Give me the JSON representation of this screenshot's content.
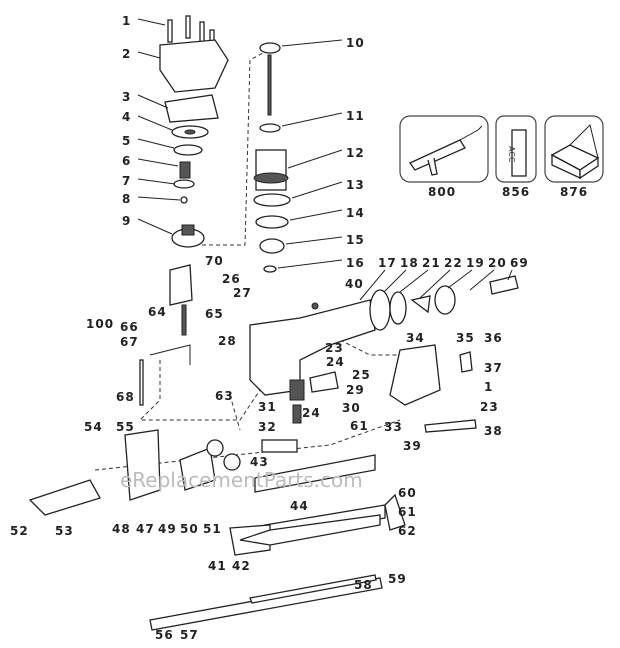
{
  "diagram": {
    "watermark": "eReplacementParts.com",
    "labels": [
      "1",
      "2",
      "3",
      "4",
      "5",
      "6",
      "7",
      "8",
      "9",
      "10",
      "11",
      "12",
      "13",
      "14",
      "15",
      "16",
      "17",
      "18",
      "21",
      "22",
      "19",
      "20",
      "69",
      "40",
      "70",
      "26",
      "27",
      "28",
      "64",
      "65",
      "100",
      "66",
      "67",
      "68",
      "23",
      "24",
      "25",
      "29",
      "30",
      "31",
      "32",
      "24",
      "34",
      "35",
      "36",
      "37",
      "1",
      "23",
      "39",
      "38",
      "63",
      "61",
      "33",
      "43",
      "44",
      "54",
      "55",
      "52",
      "53",
      "48",
      "47",
      "49",
      "50",
      "51",
      "60",
      "61",
      "62",
      "41",
      "42",
      "58",
      "59",
      "56",
      "57"
    ],
    "accessories": [
      {
        "number": "800",
        "icon": "caulk-gun-icon"
      },
      {
        "number": "856",
        "icon": "card-acc-icon",
        "text": "ACC"
      },
      {
        "number": "876",
        "icon": "parts-box-icon"
      }
    ]
  }
}
